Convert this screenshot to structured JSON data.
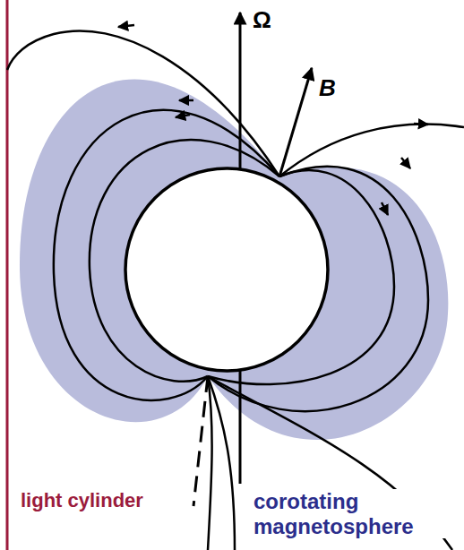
{
  "diagram": {
    "labels": [
      "Ω",
      "B",
      "light cylinder",
      "corotating magnetosphere"
    ]
  }
}
